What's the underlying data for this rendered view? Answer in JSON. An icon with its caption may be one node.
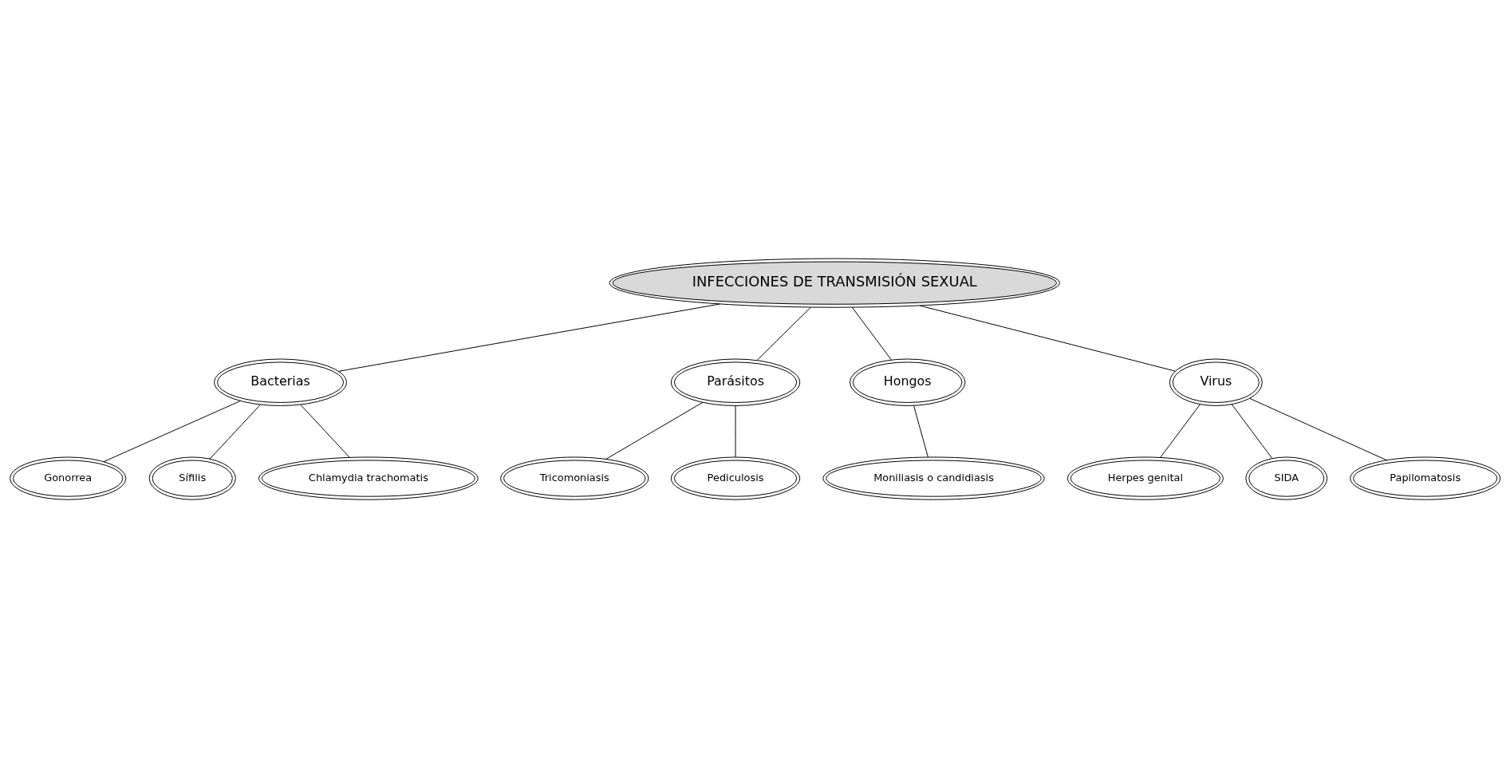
{
  "diagram": {
    "nodes": [
      {
        "text": [
          "INFECCIONES DE TRANSMISIÓN SEXUAL"
        ]
      },
      {
        "text": [
          "Bacterias"
        ]
      },
      {
        "text": [
          "Parásitos"
        ]
      },
      {
        "text": [
          "Hongos"
        ]
      },
      {
        "text": [
          "Virus"
        ]
      },
      {
        "text": [
          "Gonorrea"
        ]
      },
      {
        "text": [
          "Sífilis"
        ]
      },
      {
        "text": [
          "Chlamydia trachomatis"
        ]
      },
      {
        "text": [
          "Tricomoniasis"
        ]
      },
      {
        "text": [
          "Pediculosis"
        ]
      },
      {
        "text": [
          "Moniliasis o candidiasis"
        ]
      },
      {
        "text": [
          "Herpes genital"
        ]
      },
      {
        "text": [
          "SIDA"
        ]
      },
      {
        "text": [
          "Papilomatosis"
        ]
      }
    ],
    "edges": [
      {
        "from": 0,
        "to": 1,
        "arrow": "none"
      },
      {
        "from": 0,
        "to": 2,
        "arrow": "none"
      },
      {
        "from": 0,
        "to": 3,
        "arrow": "none"
      },
      {
        "from": 0,
        "to": 4,
        "arrow": "none"
      },
      {
        "from": 1,
        "to": 5,
        "arrow": "none"
      },
      {
        "from": 1,
        "to": 7,
        "arrow": "none"
      },
      {
        "from": 1,
        "to": 6,
        "arrow": "none"
      },
      {
        "from": 2,
        "to": 8,
        "arrow": "none"
      },
      {
        "from": 2,
        "to": 9,
        "arrow": "none"
      },
      {
        "from": 3,
        "to": 10,
        "arrow": "none"
      },
      {
        "from": 4,
        "to": 11,
        "arrow": "none"
      },
      {
        "from": 4,
        "to": 13,
        "arrow": "none"
      },
      {
        "from": 4,
        "to": 12,
        "arrow": "none"
      }
    ]
  }
}
